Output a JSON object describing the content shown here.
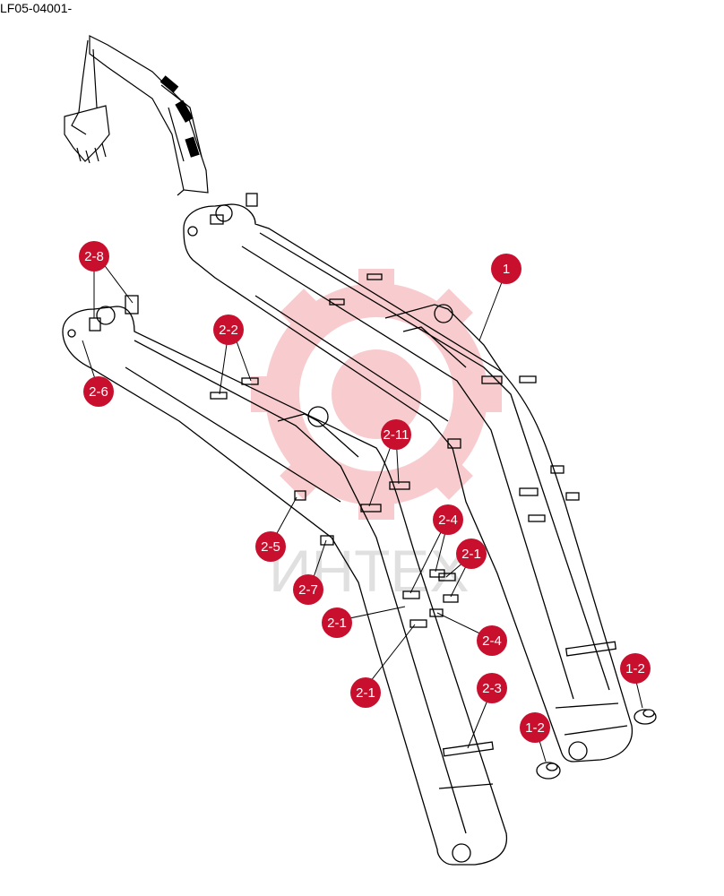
{
  "document_code": "LF05-04001-",
  "watermark": {
    "text": "ИНТЕХ",
    "color": "#e31e24"
  },
  "callout_color": "#c8102e",
  "callouts": [
    {
      "id": "c-1",
      "label": "1"
    },
    {
      "id": "c-2-8",
      "label": "2-8"
    },
    {
      "id": "c-2-2",
      "label": "2-2"
    },
    {
      "id": "c-2-6",
      "label": "2-6"
    },
    {
      "id": "c-2-11",
      "label": "2-11"
    },
    {
      "id": "c-2-4a",
      "label": "2-4"
    },
    {
      "id": "c-2-1a",
      "label": "2-1"
    },
    {
      "id": "c-2-5",
      "label": "2-5"
    },
    {
      "id": "c-2-7",
      "label": "2-7"
    },
    {
      "id": "c-2-1b",
      "label": "2-1"
    },
    {
      "id": "c-2-4b",
      "label": "2-4"
    },
    {
      "id": "c-2-1c",
      "label": "2-1"
    },
    {
      "id": "c-2-3",
      "label": "2-3"
    },
    {
      "id": "c-1-2a",
      "label": "1-2"
    },
    {
      "id": "c-1-2b",
      "label": "1-2"
    }
  ]
}
